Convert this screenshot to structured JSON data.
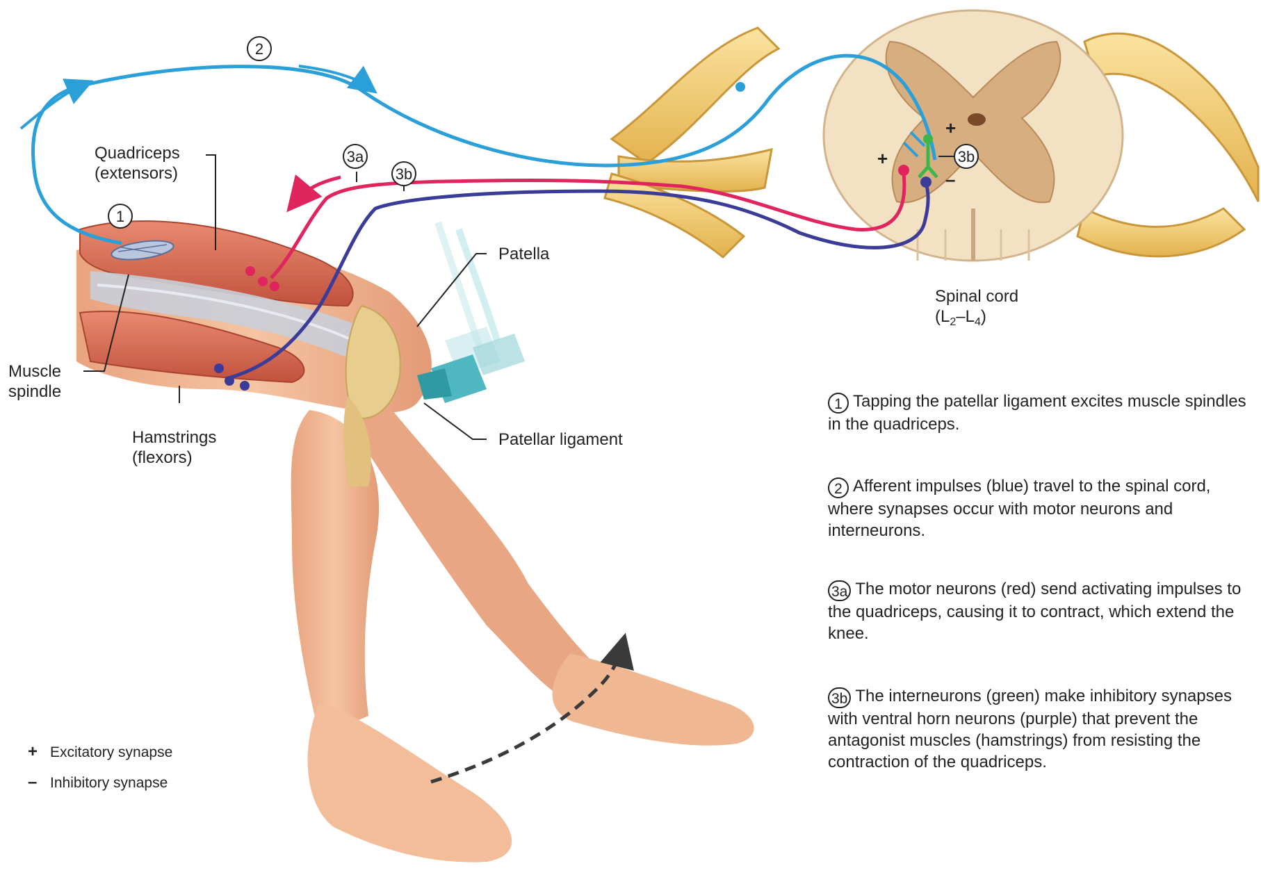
{
  "labels": {
    "quadriceps": [
      "Quadriceps",
      "(extensors)"
    ],
    "muscle_spindle": [
      "Muscle",
      "spindle"
    ],
    "hamstrings": [
      "Hamstrings",
      "(flexors)"
    ],
    "patella": "Patella",
    "patellar_ligament": "Patellar ligament",
    "spinal_cord": "Spinal cord",
    "spinal_level": {
      "open": "(L",
      "sub1": "2",
      "dash": "–L",
      "sub2": "4",
      "close": ")"
    }
  },
  "badges": {
    "one": "1",
    "two": "2",
    "three_a": "3a",
    "three_b": "3b",
    "three_b_cord": "3b"
  },
  "synapse_signs": {
    "plus_left": "+",
    "plus_right": "+",
    "minus": "–"
  },
  "captions": [
    {
      "num": "1",
      "text": "Tapping the patellar ligament excites muscle spindles in the quadriceps."
    },
    {
      "num": "2",
      "text": "Afferent impulses (blue) travel to the spinal cord, where synapses occur with motor neurons and interneurons."
    },
    {
      "num": "3a",
      "text": "The motor neurons (red) send activating impulses to the quadriceps, causing it to contract, which extend the knee."
    },
    {
      "num": "3b",
      "text": "The interneurons (green) make inhibitory synapses with ventral horn neurons (purple) that prevent the antagonist muscles (hamstrings) from resisting the contraction of the quadriceps."
    }
  ],
  "legend": [
    {
      "symbol": "+",
      "text": "Excitatory synapse"
    },
    {
      "symbol": "–",
      "text": "Inhibitory synapse"
    }
  ],
  "colors": {
    "afferent": "#2a9fd8",
    "motor": "#e0245e",
    "interneuron": "#3cb54a",
    "ventral_horn": "#3b3b98",
    "nerve": "#f2c766",
    "white_matter": "#f3e1c4",
    "gray_matter": "#d7ae7f",
    "skin": "#f0b58f",
    "muscle": "#d9684f",
    "tendon": "#c9ced8",
    "hammer": "#4fb7bf",
    "arrow_dashed": "#3a3a3a"
  },
  "icons": [
    "reflex-hammer-icon",
    "spinal-cord-icon",
    "knee-anatomy-icon"
  ]
}
